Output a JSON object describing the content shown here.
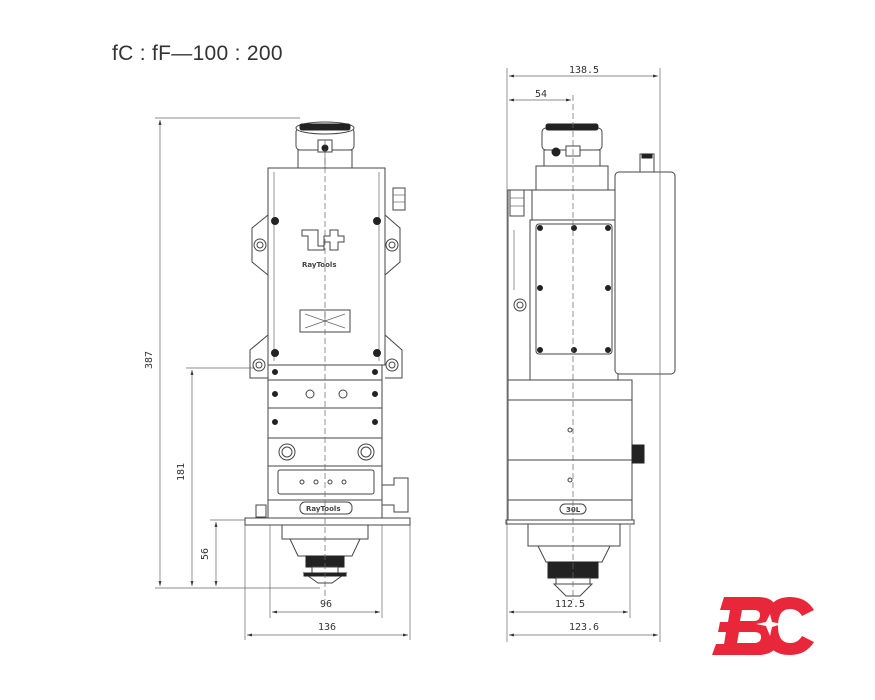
{
  "header": {
    "title": "fC : fF—100 : 200"
  },
  "front_view": {
    "brand_label_top": "RayTools",
    "brand_label_bottom": "RayTools",
    "dimensions": {
      "overall_height": "387",
      "mid_height": "181",
      "nozzle_height": "56",
      "inner_width": "96",
      "overall_width": "136"
    }
  },
  "side_view": {
    "plate_label": "30L",
    "dimensions": {
      "overall_width": "138.5",
      "center_offset": "54",
      "body_width": "112.5",
      "total_width": "123.6"
    }
  },
  "logo": {
    "text": "BC",
    "color": "#e8283a"
  },
  "colors": {
    "line": "#444444",
    "accent": "#e8283a"
  }
}
